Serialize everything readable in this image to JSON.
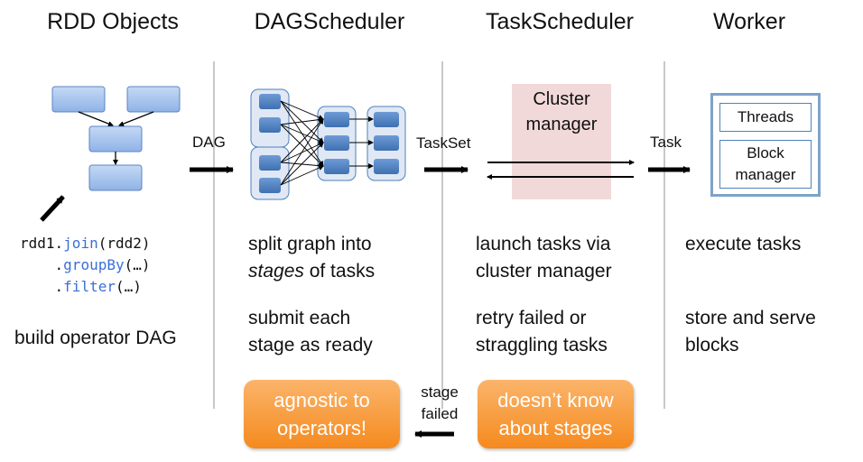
{
  "columns": [
    {
      "title": "RDD Objects"
    },
    {
      "title": "DAGScheduler"
    },
    {
      "title": "TaskScheduler"
    },
    {
      "title": "Worker"
    }
  ],
  "code": {
    "line1_prefix": "rdd1.",
    "line1_fn": "join",
    "line1_suffix": "(rdd2)",
    "line2_prefix": "    .",
    "line2_fn": "groupBy",
    "line2_suffix": "(…)",
    "line3_prefix": "    .",
    "line3_fn": "filter",
    "line3_suffix": "(…)"
  },
  "rdd_caption": "build operator DAG",
  "arrows": {
    "dag": "DAG",
    "taskset": "TaskSet",
    "task": "Task",
    "stage_failed": "stage\nfailed"
  },
  "cluster_manager": "Cluster\nmanager",
  "worker": {
    "threads": "Threads",
    "block_manager": "Block\nmanager"
  },
  "dag_desc": {
    "line1": "split graph into",
    "line2_em": "stages",
    "line2_rest": " of tasks",
    "submit": "submit each\nstage as ready"
  },
  "task_desc": {
    "launch": "launch tasks via\ncluster manager",
    "retry": "retry failed or\nstraggling tasks"
  },
  "worker_desc": {
    "execute": "execute tasks",
    "store": "store and serve\nblocks"
  },
  "callouts": {
    "agnostic": "agnostic to\noperators!",
    "stages": "doesn’t know\nabout stages"
  },
  "colors": {
    "node_fill": "#4f81bd",
    "rdd_fill": "#aec8ee",
    "callout_orange": "#f58a1f",
    "cluster_pink": "#f2d9d9",
    "divider": "#c8c8c8"
  }
}
